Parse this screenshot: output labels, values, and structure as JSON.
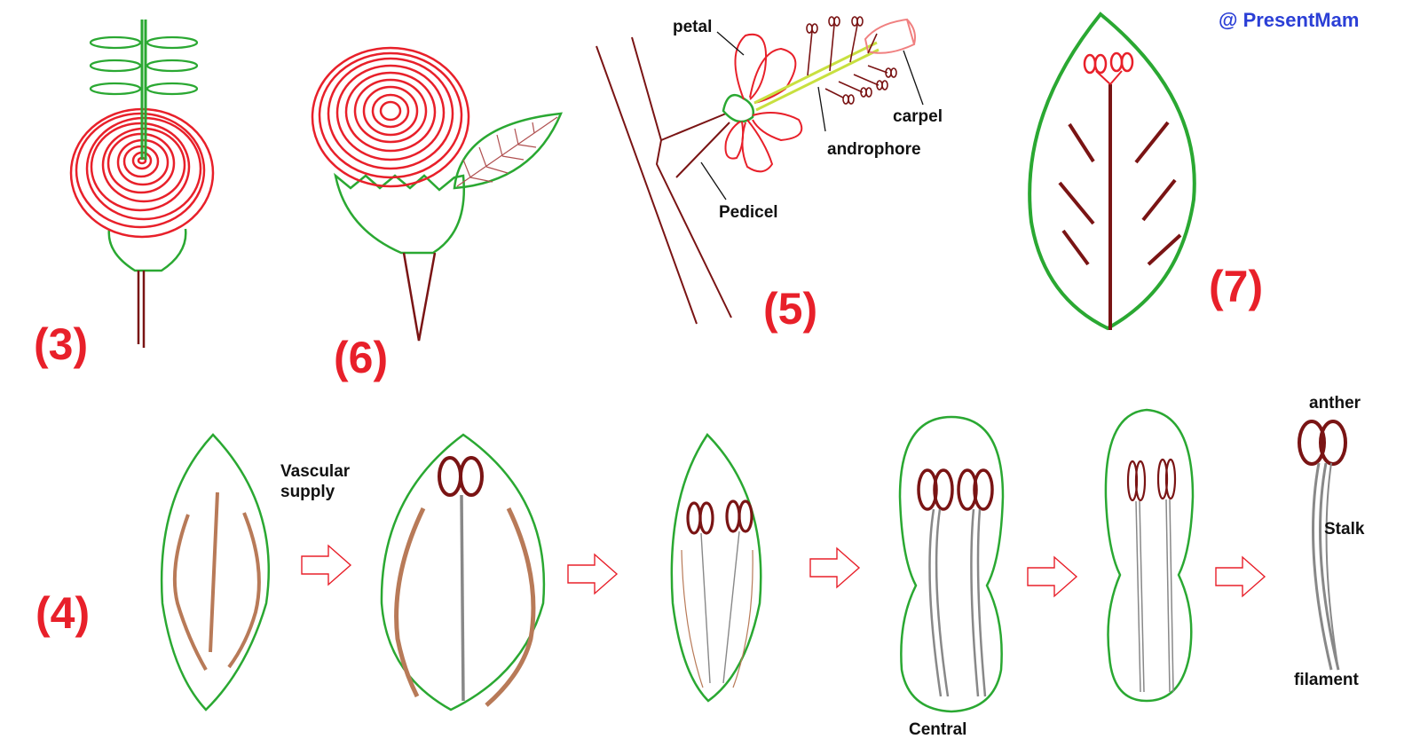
{
  "credit": "@ PresentMam",
  "figure_numbers": {
    "f3": "(3)",
    "f6": "(6)",
    "f5": "(5)",
    "f7": "(7)",
    "f4": "(4)"
  },
  "labels": {
    "petal": "petal",
    "carpel": "carpel",
    "androphore": "androphore",
    "pedicel": "Pedicel",
    "vascular_1": "Vascular",
    "vascular_2": "supply",
    "central": "Central",
    "anther": "anther",
    "stalk": "Stalk",
    "filament": "filament"
  },
  "colors": {
    "red": "#e8202a",
    "green": "#2aa832",
    "maroon": "#7a1414",
    "brown": "#b87a58",
    "gray": "#888888",
    "blue": "#2b3fd6",
    "yellow_green": "#c8e040"
  }
}
